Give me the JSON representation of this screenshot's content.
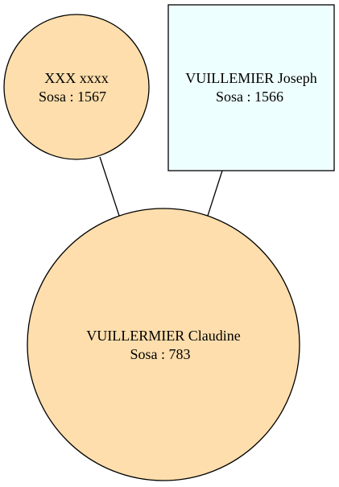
{
  "diagram": {
    "colors": {
      "female_fill": "#fddeac",
      "male_fill": "#eeffff",
      "stroke": "#000000",
      "background": "#ffffff"
    },
    "nodes": {
      "mother": {
        "name": "XXX xxxx",
        "sosa": "Sosa : 1567",
        "shape": "circle"
      },
      "father": {
        "name": "VUILLEMIER Joseph",
        "sosa": "Sosa : 1566",
        "shape": "box"
      },
      "child": {
        "name": "VUILLERMIER Claudine",
        "sosa": "Sosa : 783",
        "shape": "circle"
      }
    },
    "edges": [
      {
        "from": "mother",
        "to": "child"
      },
      {
        "from": "father",
        "to": "child"
      }
    ]
  }
}
